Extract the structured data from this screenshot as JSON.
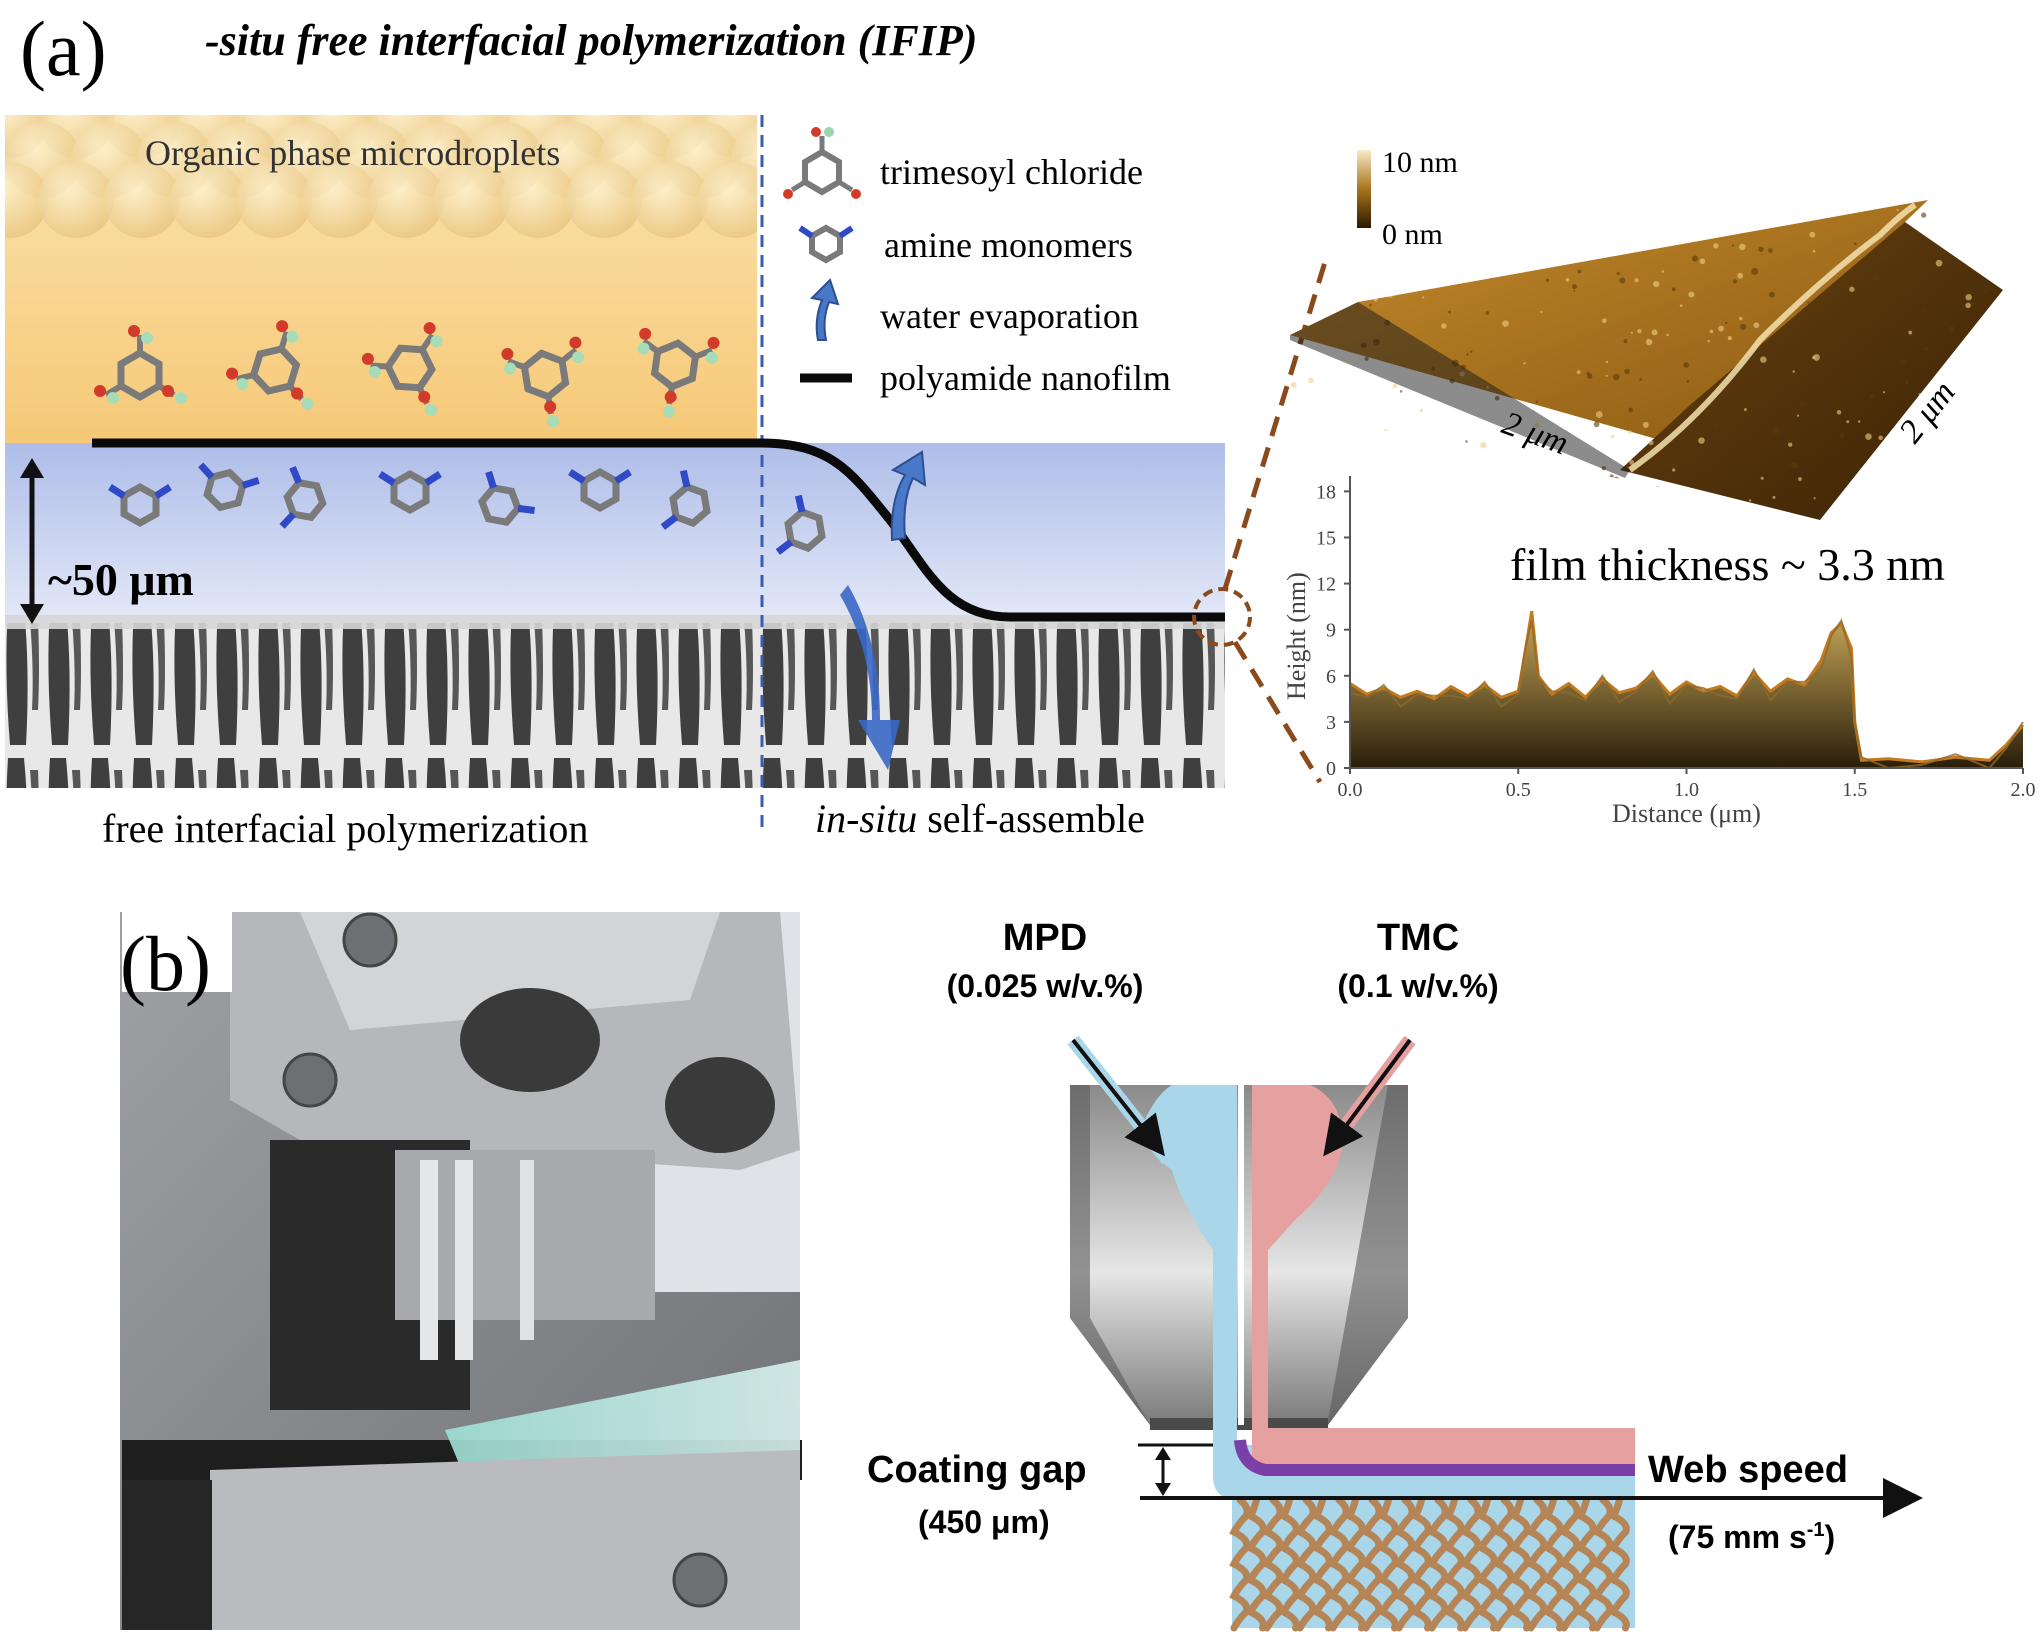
{
  "panel_a": {
    "label": "(a)",
    "title": "-situ free interfacial polymerization (IFIP)",
    "organic_phase": "Organic phase microdroplets",
    "thickness": "~50 μm",
    "left_caption": "free interfacial polymerization",
    "right_caption_italic": "in-situ",
    "right_caption_rest": " self-assemble",
    "legend": {
      "tmc": "trimesoyl chloride",
      "amine": "amine monomers",
      "evap": "water evaporation",
      "film": "polyamide nanofilm"
    },
    "afm": {
      "scale_max": "10 nm",
      "scale_min": "0 nm",
      "dim_x": "2 μm",
      "dim_y": "2 μm"
    },
    "profile": {
      "annotation": "film thickness ~ 3.3 nm",
      "xlabel": "Distance (μm)",
      "ylabel": "Height (nm)",
      "xticks": [
        "0.0",
        "0.5",
        "1.0",
        "1.5",
        "2.0"
      ],
      "yticks": [
        "0",
        "3",
        "6",
        "9",
        "12",
        "15",
        "18"
      ]
    }
  },
  "panel_b": {
    "label": "(b)",
    "mpd_name": "MPD",
    "mpd_conc": "(0.025 w/v.%)",
    "tmc_name": "TMC",
    "tmc_conc": "(0.1 w/v.%)",
    "gap_label": "Coating gap",
    "gap_value": "(450 μm)",
    "web_label": "Web speed",
    "web_value_prefix": "(75 mm s",
    "web_value_sup": "-1",
    "web_value_suffix": ")"
  },
  "colors": {
    "organic": "#f7d58a",
    "aqueous": "#c7d3f2",
    "mpd_fluid": "#a9d6e8",
    "tmc_fluid": "#e6a0a0",
    "polyamide": "#7b3fa8",
    "substrate": "#b58557"
  },
  "chart_data": {
    "type": "line",
    "title": "",
    "xlabel": "Distance (μm)",
    "ylabel": "Height (nm)",
    "xlim": [
      0,
      2
    ],
    "ylim": [
      0,
      19
    ],
    "series": [
      {
        "x": [
          0,
          0.05,
          0.1,
          0.15,
          0.2,
          0.25,
          0.3,
          0.35,
          0.4,
          0.45,
          0.5,
          0.52,
          0.54,
          0.56,
          0.6,
          0.65,
          0.7,
          0.75,
          0.8,
          0.85,
          0.9,
          0.95,
          1.0,
          1.05,
          1.1,
          1.15,
          1.2,
          1.25,
          1.3,
          1.35,
          1.4,
          1.43,
          1.46,
          1.49,
          1.5,
          1.52,
          1.6,
          1.7,
          1.8,
          1.9,
          1.95,
          2.0
        ],
        "y": [
          5.5,
          4.8,
          5.2,
          4.6,
          5.0,
          4.5,
          5.3,
          4.7,
          5.4,
          4.6,
          5.0,
          7.5,
          10.2,
          6.0,
          4.8,
          5.5,
          4.6,
          5.8,
          4.9,
          5.2,
          6.1,
          4.8,
          5.6,
          5.0,
          5.3,
          4.7,
          6.2,
          5.0,
          5.8,
          5.4,
          7.0,
          8.8,
          9.4,
          7.8,
          3.0,
          0.5,
          0.6,
          0.4,
          0.7,
          0.5,
          1.5,
          2.8
        ]
      }
    ]
  }
}
